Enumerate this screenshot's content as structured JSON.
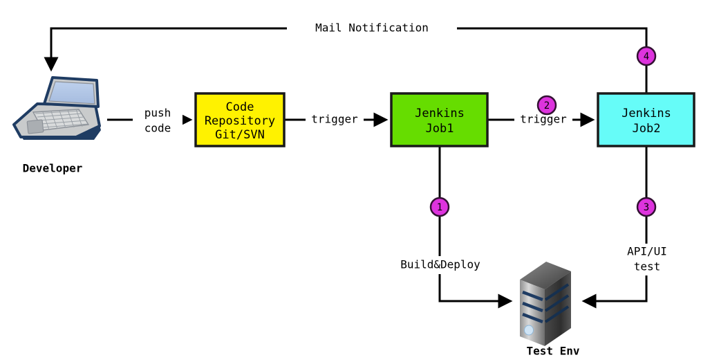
{
  "diagram": {
    "title": "Jenkins CI pipeline flow diagram",
    "colors": {
      "code_repository_fill": "#FFF200",
      "jenkins_job1_fill": "#66DD00",
      "jenkins_job2_fill": "#66FCF8",
      "step_circle_fill": "#DD33DD",
      "step_circle_stroke": "#331133",
      "edge_stroke": "#000000",
      "laptop_screen": "#AFC3E3",
      "laptop_body": "#C9CBCC",
      "laptop_trim": "#1F3C63",
      "server_dark": "#3A3A3A",
      "server_light": "#BDBDBD",
      "server_stripe": "#1F3C63",
      "server_led": "#CFE4F5",
      "background": "#FFFFFF"
    },
    "nodes": [
      {
        "id": "developer",
        "kind": "laptop-icon",
        "caption": "Developer"
      },
      {
        "id": "code-repository",
        "kind": "box",
        "lines": [
          "Code",
          "Repository",
          "Git/SVN"
        ]
      },
      {
        "id": "jenkins-job1",
        "kind": "box",
        "lines": [
          "Jenkins",
          "Job1"
        ]
      },
      {
        "id": "jenkins-job2",
        "kind": "box",
        "lines": [
          "Jenkins",
          "Job2"
        ]
      },
      {
        "id": "test-env",
        "kind": "server-icon",
        "caption": "Test Env"
      }
    ],
    "edge_labels": {
      "mail_notification": "Mail Notification",
      "push_code_line1": "push",
      "push_code_line2": "code",
      "trigger_repo_to_job1": "trigger",
      "trigger_job1_to_job2": "trigger",
      "build_deploy": "Build&Deploy",
      "api_ui_test_line1": "API/UI",
      "api_ui_test_line2": "test"
    },
    "steps": [
      {
        "id": "step-1",
        "number": "1"
      },
      {
        "id": "step-2",
        "number": "2"
      },
      {
        "id": "step-3",
        "number": "3"
      },
      {
        "id": "step-4",
        "number": "4"
      }
    ]
  }
}
